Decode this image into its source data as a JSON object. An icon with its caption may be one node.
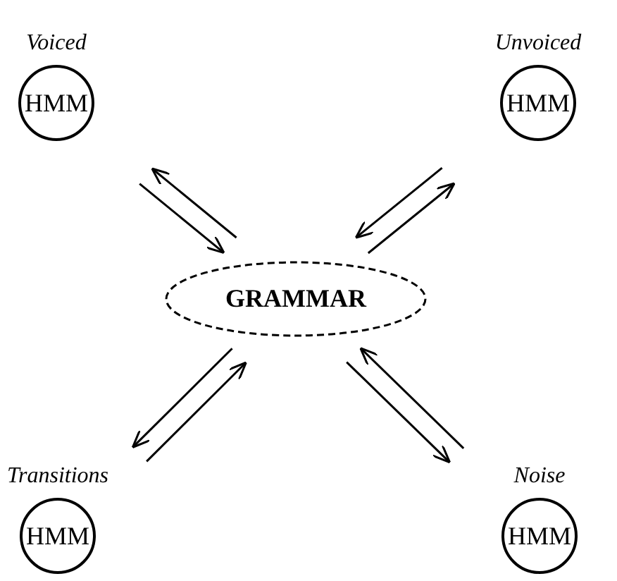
{
  "diagram": {
    "nodes": [
      {
        "text": [
          "Voiced",
          "HMM"
        ]
      },
      {
        "text": [
          "Unvoiced",
          "HMM"
        ]
      },
      {
        "text": [
          "GRAMMAR"
        ]
      },
      {
        "text": [
          "Transitions",
          "HMM"
        ]
      },
      {
        "text": [
          "Noise",
          "HMM"
        ]
      }
    ],
    "edges": [
      {
        "from": 0,
        "to": 2,
        "arrow": "to"
      },
      {
        "from": 2,
        "to": 0,
        "arrow": "to"
      },
      {
        "from": 1,
        "to": 2,
        "arrow": "to"
      },
      {
        "from": 2,
        "to": 1,
        "arrow": "to"
      },
      {
        "from": 3,
        "to": 2,
        "arrow": "to"
      },
      {
        "from": 2,
        "to": 3,
        "arrow": "to"
      },
      {
        "from": 4,
        "to": 2,
        "arrow": "to"
      },
      {
        "from": 2,
        "to": 4,
        "arrow": "to"
      }
    ]
  }
}
